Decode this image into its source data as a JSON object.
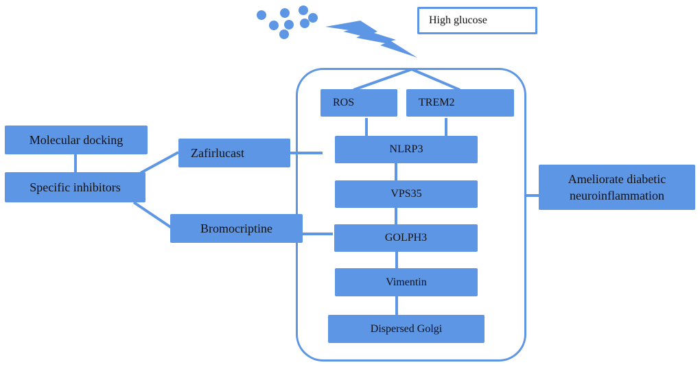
{
  "diagram": {
    "title": "High glucose",
    "stimulus_icon": "glucose-molecules-icon",
    "signal_icon": "lightning-bolt-icon",
    "colors": {
      "node_fill": "#5e96e6",
      "stroke": "#5e96e6",
      "text": "#111111",
      "background": "#ffffff"
    },
    "cell_nodes": {
      "ros": "ROS",
      "trem2": "TREM2",
      "nlrp3": "NLRP3",
      "vps35": "VPS35",
      "golph3": "GOLPH3",
      "vimentin": "Vimentin",
      "dispersed_golgi": "Dispersed Golgi"
    },
    "left_nodes": {
      "molecular_docking": "Molecular docking",
      "specific_inhibitors": "Specific inhibitors",
      "zafirlucast": "Zafirlucast",
      "bromocriptine": "Bromocriptine"
    },
    "outcome": {
      "line1": "Ameliorate diabetic",
      "line2": "neuroinflammation"
    },
    "edges": [
      [
        "High glucose",
        "cell"
      ],
      [
        "cell",
        "ROS"
      ],
      [
        "cell",
        "TREM2"
      ],
      [
        "ROS",
        "NLRP3"
      ],
      [
        "TREM2",
        "NLRP3"
      ],
      [
        "NLRP3",
        "VPS35"
      ],
      [
        "VPS35",
        "GOLPH3"
      ],
      [
        "GOLPH3",
        "Vimentin"
      ],
      [
        "Vimentin",
        "Dispersed Golgi"
      ],
      [
        "Molecular docking",
        "Specific inhibitors"
      ],
      [
        "Specific inhibitors",
        "Zafirlucast"
      ],
      [
        "Specific inhibitors",
        "Bromocriptine"
      ],
      [
        "Zafirlucast",
        "NLRP3"
      ],
      [
        "Bromocriptine",
        "GOLPH3"
      ],
      [
        "cell",
        "Ameliorate diabetic neuroinflammation"
      ]
    ]
  }
}
